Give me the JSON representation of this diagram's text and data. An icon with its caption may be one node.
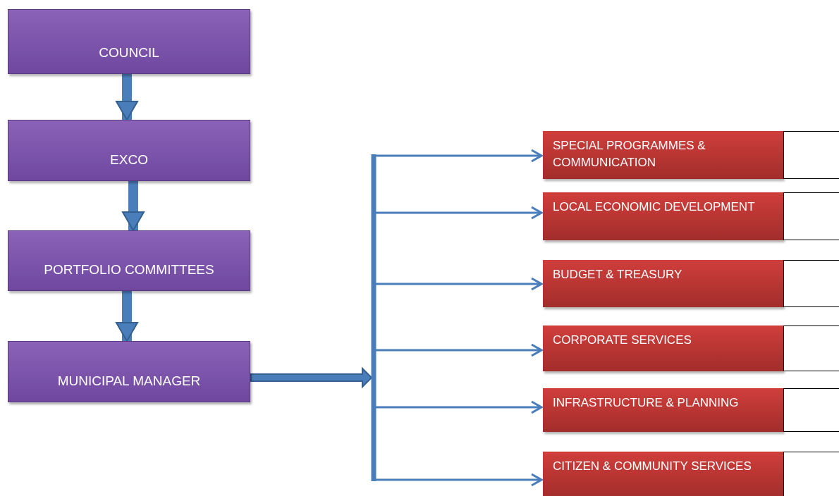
{
  "diagram": {
    "nodes": [
      {
        "text": [
          "COUNCIL"
        ]
      },
      {
        "text": [
          "EXCO"
        ]
      },
      {
        "text": [
          "PORTFOLIO COMMITTEES"
        ]
      },
      {
        "text": [
          "MUNICIPAL MANAGER"
        ]
      },
      {
        "text": [
          "SPECIAL PROGRAMMES & COMMUNICATION"
        ]
      },
      {
        "text": [
          "LOCAL ECONOMIC DEVELOPMENT"
        ]
      },
      {
        "text": [
          "BUDGET & TREASURY"
        ]
      },
      {
        "text": [
          "CORPORATE SERVICES"
        ]
      },
      {
        "text": [
          "INFRASTRUCTURE & PLANNING"
        ]
      },
      {
        "text": [
          "CITIZEN & COMMUNITY SERVICES"
        ]
      },
      {
        "text": [],
        "shape": "box"
      },
      {
        "text": [],
        "shape": "box"
      },
      {
        "text": [],
        "shape": "box"
      },
      {
        "text": [],
        "shape": "box"
      },
      {
        "text": [],
        "shape": "box"
      },
      {
        "text": [],
        "shape": "box"
      }
    ],
    "edges": [
      {
        "from": 0,
        "to": 1,
        "arrow": "to",
        "style": "thick"
      },
      {
        "from": 1,
        "to": 2,
        "arrow": "to",
        "style": "thick"
      },
      {
        "from": 2,
        "to": 3,
        "arrow": "to",
        "style": "thick"
      },
      {
        "from": 3,
        "to": 4,
        "arrow": "to"
      },
      {
        "from": 3,
        "to": 5,
        "arrow": "to"
      },
      {
        "from": 3,
        "to": 6,
        "arrow": "to"
      },
      {
        "from": 3,
        "to": 7,
        "arrow": "to"
      },
      {
        "from": 3,
        "to": 8,
        "arrow": "to"
      },
      {
        "from": 3,
        "to": 9,
        "arrow": "to"
      }
    ]
  }
}
